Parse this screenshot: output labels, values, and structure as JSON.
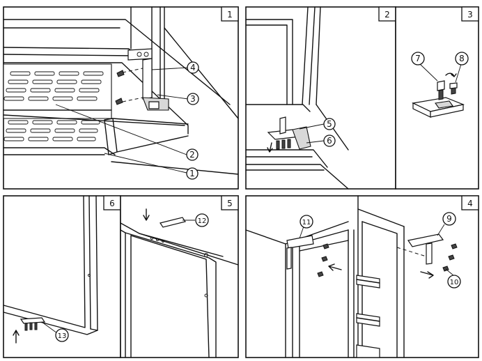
{
  "panels": [
    {
      "id": "p1",
      "step": "1"
    },
    {
      "id": "p2",
      "step": "2"
    },
    {
      "id": "p3",
      "step": "3"
    },
    {
      "id": "p4",
      "step": "4"
    },
    {
      "id": "p5",
      "step": "5"
    },
    {
      "id": "p6",
      "step": "6"
    }
  ],
  "callouts": [
    {
      "id": "c1",
      "label": "1"
    },
    {
      "id": "c2",
      "label": "2"
    },
    {
      "id": "c3",
      "label": "3"
    },
    {
      "id": "c4",
      "label": "4"
    },
    {
      "id": "c5",
      "label": "5"
    },
    {
      "id": "c6",
      "label": "6"
    },
    {
      "id": "c7",
      "label": "7"
    },
    {
      "id": "c8",
      "label": "8"
    },
    {
      "id": "c9",
      "label": "9"
    },
    {
      "id": "c10",
      "label": "10"
    },
    {
      "id": "c11",
      "label": "11"
    },
    {
      "id": "c12",
      "label": "12"
    },
    {
      "id": "c13",
      "label": "13"
    }
  ]
}
